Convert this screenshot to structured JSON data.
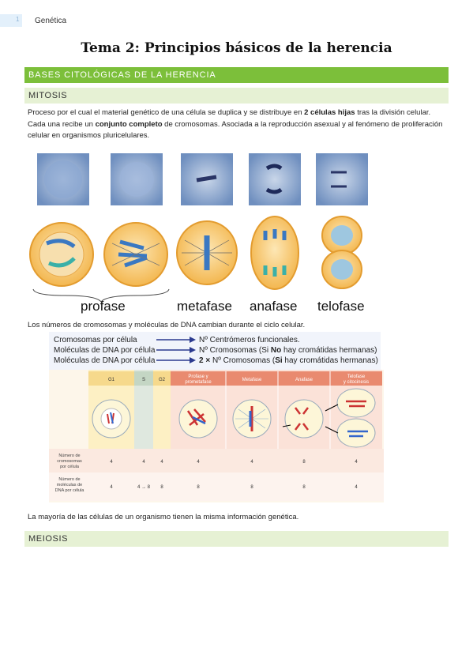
{
  "header": {
    "page_number": "1",
    "running_title": "Genética"
  },
  "title": "Tema 2: Principios básicos de la herencia",
  "section": "BASES CITOLÓGICAS DE LA HERENCIA",
  "subsections": {
    "mitosis": "MITOSIS",
    "meiosis": "MEIOSIS"
  },
  "paragraph1": {
    "t1": "Proceso por el cual el material genético de una célula se duplica y se distribuye en ",
    "b1": "2 células hijas",
    "t2": " tras la división celular. Cada una recibe un ",
    "b2": "conjunto completo",
    "t3": " de cromosomas. Asociada a la reproducción asexual y al fenómeno de proliferación celular en organismos pluricelulares."
  },
  "figure1": {
    "labels": [
      "profase",
      "metafase",
      "anafase",
      "telofase"
    ]
  },
  "paragraph2": "Los números de cromosomas y moléculas de DNA cambian durante el ciclo celular.",
  "legend": [
    {
      "left": "Cromosomas por célula",
      "right_a": "Nº Centrómeros funcionales.",
      "right_b": "",
      "right_c": ""
    },
    {
      "left": "Moléculas de DNA por célula",
      "right_a": "Nº Cromosomas (Si ",
      "right_b": "No",
      "right_c": " hay cromátidas hermanas)"
    },
    {
      "left": "Moléculas de DNA por célula",
      "right_a": "2 ×",
      "right_b": " Nº Cromosomas (",
      "right_c": "Si",
      "right_d": " hay cromátidas hermanas)"
    }
  ],
  "table": {
    "phases": [
      "G1",
      "S",
      "G2",
      "Profase y",
      "prometafase",
      "Metafase",
      "Anafase",
      "Telofase",
      "y citocinesis"
    ],
    "row1_label": [
      "Número de",
      "cromosomas",
      "por célula"
    ],
    "row1_values": [
      "4",
      "4",
      "4",
      "4",
      "4",
      "8",
      "4"
    ],
    "row2_label": [
      "Número de",
      "moléculas de",
      "DNA por célula"
    ],
    "row2_values": [
      "4",
      "4 → 8",
      "8",
      "8",
      "8",
      "8",
      "4"
    ]
  },
  "paragraph3": "La mayoría de las células de un organismo tienen la misma información genética.",
  "colors": {
    "accent_green": "#7cbf3a",
    "light_green": "#e6f1d4",
    "arrow_blue": "#2b3a8f"
  }
}
